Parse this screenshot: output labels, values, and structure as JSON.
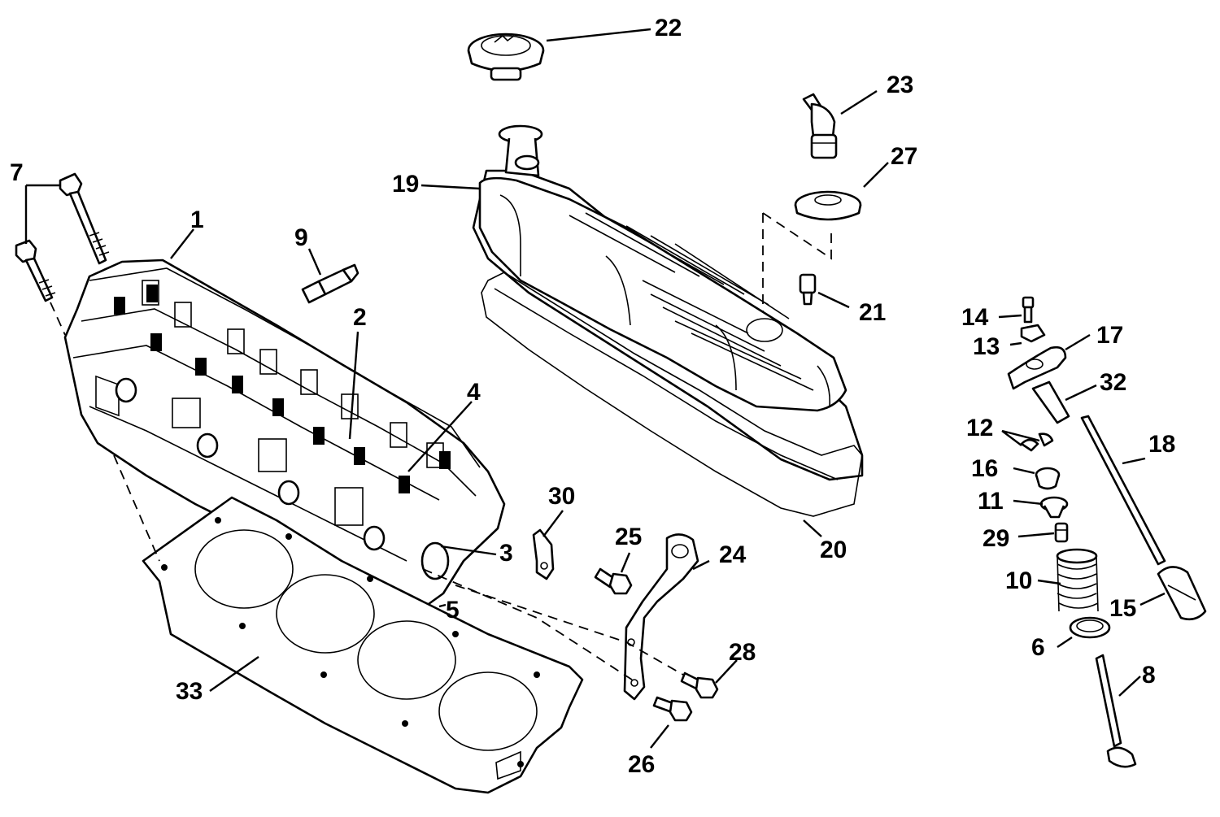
{
  "diagram": {
    "callouts": [
      {
        "id": "1",
        "text": "1"
      },
      {
        "id": "2",
        "text": "2"
      },
      {
        "id": "3",
        "text": "3"
      },
      {
        "id": "4",
        "text": "4"
      },
      {
        "id": "5",
        "text": "5"
      },
      {
        "id": "6",
        "text": "6"
      },
      {
        "id": "7",
        "text": "7"
      },
      {
        "id": "8",
        "text": "8"
      },
      {
        "id": "9",
        "text": "9"
      },
      {
        "id": "10",
        "text": "10"
      },
      {
        "id": "11",
        "text": "11"
      },
      {
        "id": "12",
        "text": "12"
      },
      {
        "id": "13",
        "text": "13"
      },
      {
        "id": "14",
        "text": "14"
      },
      {
        "id": "15",
        "text": "15"
      },
      {
        "id": "16",
        "text": "16"
      },
      {
        "id": "17",
        "text": "17"
      },
      {
        "id": "18",
        "text": "18"
      },
      {
        "id": "19",
        "text": "19"
      },
      {
        "id": "20",
        "text": "20"
      },
      {
        "id": "21",
        "text": "21"
      },
      {
        "id": "22",
        "text": "22"
      },
      {
        "id": "23",
        "text": "23"
      },
      {
        "id": "24",
        "text": "24"
      },
      {
        "id": "25",
        "text": "25"
      },
      {
        "id": "26",
        "text": "26"
      },
      {
        "id": "27",
        "text": "27"
      },
      {
        "id": "28",
        "text": "28"
      },
      {
        "id": "29",
        "text": "29"
      },
      {
        "id": "30",
        "text": "30"
      },
      {
        "id": "32",
        "text": "32"
      },
      {
        "id": "33",
        "text": "33"
      }
    ]
  }
}
